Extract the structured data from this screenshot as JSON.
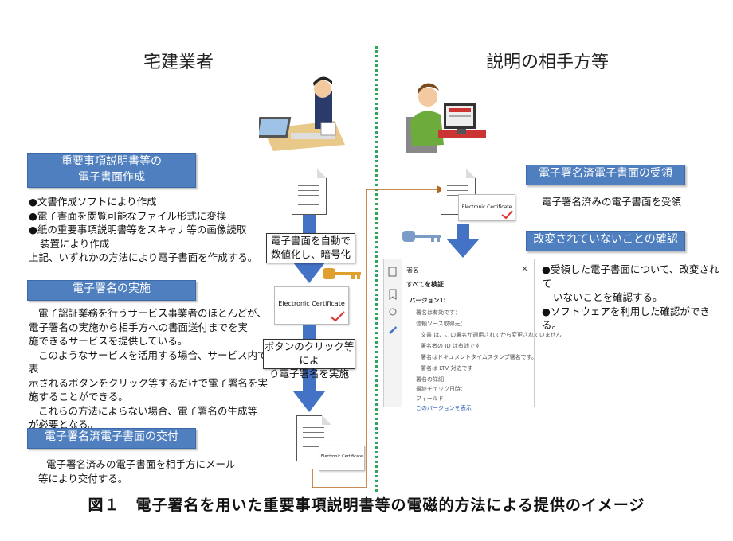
{
  "left_heading": "宅建業者",
  "right_heading": "説明の相手方等",
  "box1": {
    "line1": "重要事項説明書等の",
    "line2": "電子書面作成"
  },
  "box1_text": {
    "b1": "●文書作成ソフトにより作成",
    "b2": "●電子書面を閲覧可能なファイル形式に変換",
    "b3a": "●紙の重要事項説明書等をスキャナ等の画像読取",
    "b3b": "装置により作成",
    "summary": "上記、いずれかの方法により電子書面を作成する。"
  },
  "box2": {
    "label": "電子署名の実施"
  },
  "box2_text": {
    "l1": "電子認証業務を行うサービス事業者のほとんどが、",
    "l2": "電子署名の実施から相手方への書面送付までを実",
    "l3": "施できるサービスを提供している。",
    "l4": "このようなサービスを活用する場合、サービス内で表",
    "l5": "示されるボタンをクリック等するだけで電子署名を実",
    "l6": "施することができる。",
    "l7": "これらの方法によらない場合、電子署名の生成等",
    "l8": "が必要となる。"
  },
  "box3": {
    "label": "電子署名済電子書面の交付"
  },
  "box3_text": {
    "l1": "電子署名済みの電子書面を相手方にメール",
    "l2": "等により交付する。"
  },
  "note1": {
    "l1": "電子書面を自動で",
    "l2": "数値化し、暗号化"
  },
  "note2": {
    "l1": "ボタンのクリック等によ",
    "l2": "り電子署名を実施"
  },
  "cert_label": "Electronic Certificate",
  "box4": {
    "label": "電子署名済電子書面の受領"
  },
  "box4_text": "電子署名済みの電子書面を受領",
  "box5": {
    "label": "改変されていないことの確認"
  },
  "box5_text": {
    "b1a": "●受領した電子書面について、改変されて",
    "b1b": "いないことを確認する。",
    "b2": "●ソフトウェアを利用した確認ができる。"
  },
  "panel": {
    "title": "署名",
    "close": "×",
    "verify_all": "すべてを検証",
    "version": "バージョン1:",
    "r1": "署名は有効です：",
    "r2": "信頼ソース取得元：",
    "r3": "文書 は、この署名が適用されてから変更されていません",
    "r4": "署名者の ID は有効です",
    "r5": "署名はドキュメントタイムスタンプ署名です。",
    "r6": "署名は LTV 対応です",
    "r7": "署名の詳細",
    "r8": "最終チェック日時：",
    "r9": "フィールド：",
    "r10": "このバージョンを表示"
  },
  "caption": "図１　電子署名を用いた重要事項説明書等の電磁的方法による提供のイメージ",
  "colors": {
    "box": "#4f7fbf",
    "arrow": "#4472c4",
    "divider": "#2fa75b",
    "flow": "#b5651d"
  }
}
